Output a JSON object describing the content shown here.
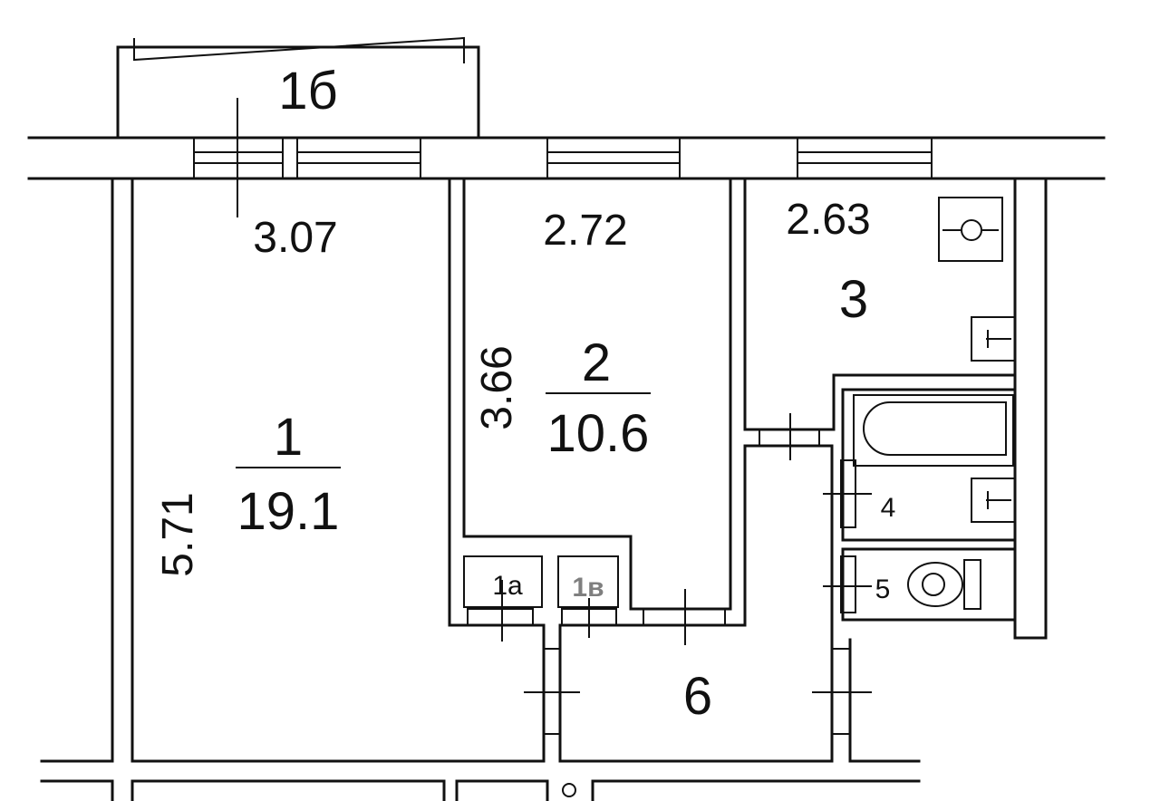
{
  "rooms": {
    "r1": {
      "number": "1",
      "area": "19.1",
      "width": "3.07",
      "length": "5.71"
    },
    "r1a": {
      "number": "1a"
    },
    "r1b_balcony": {
      "number": "1б"
    },
    "r1v": {
      "number": "1в"
    },
    "r2": {
      "number": "2",
      "area": "10.6",
      "width": "2.72",
      "length": "3.66"
    },
    "r3": {
      "number": "3",
      "width": "2.63"
    },
    "r4": {
      "number": "4"
    },
    "r5": {
      "number": "5"
    },
    "r6": {
      "number": "6"
    }
  },
  "colors": {
    "lines": "#111111",
    "highlight_label": "#7f7f7f",
    "background": "#ffffff"
  }
}
